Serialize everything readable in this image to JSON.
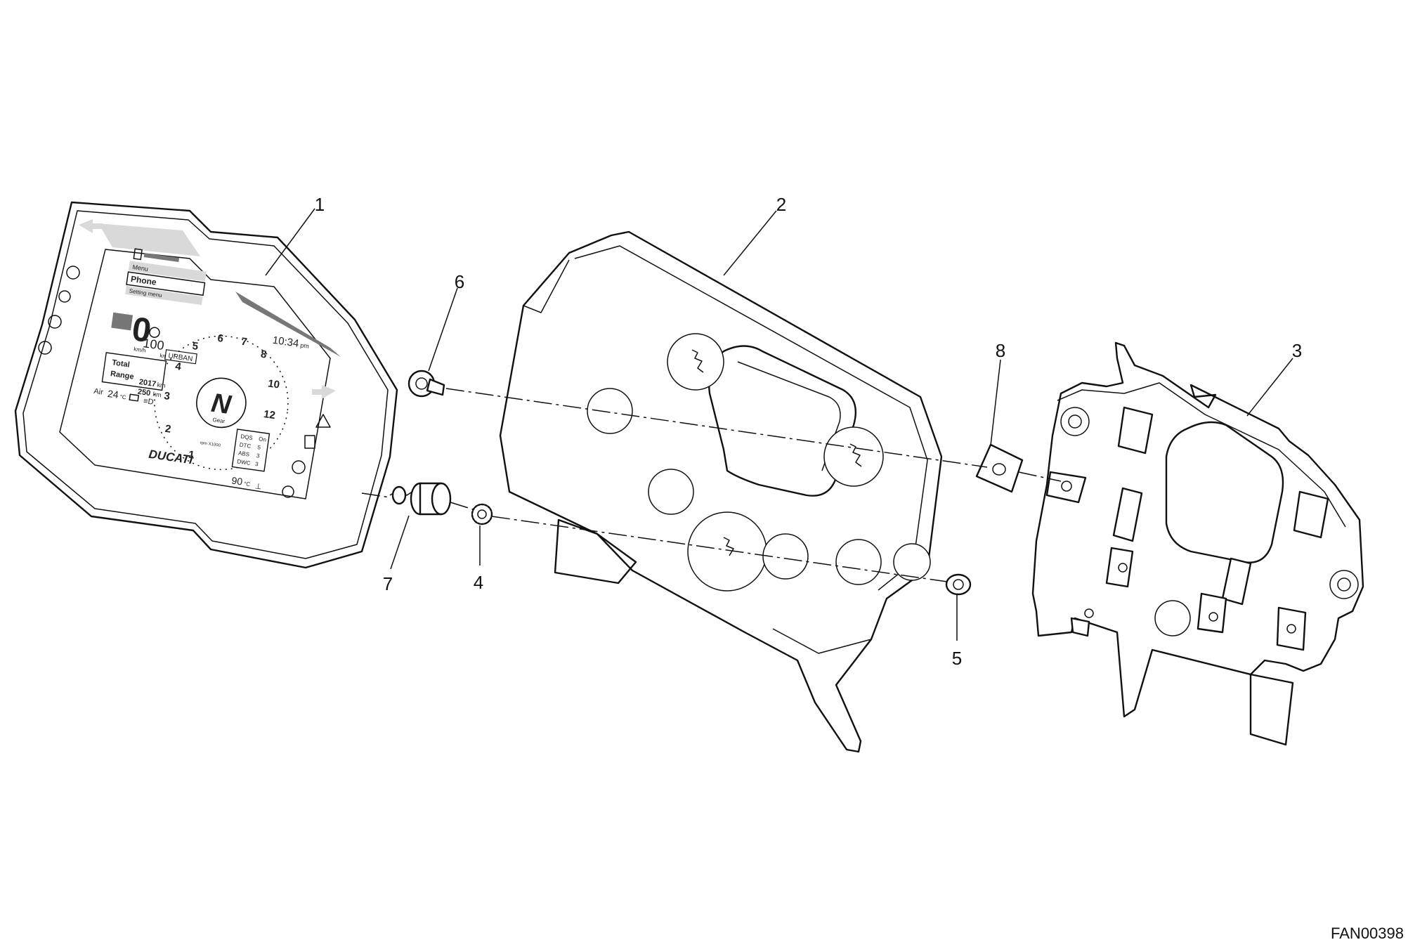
{
  "callouts": [
    "1",
    "2",
    "3",
    "4",
    "5",
    "6",
    "7",
    "8"
  ],
  "drawing_code": "FAN00398",
  "dashboard": {
    "menu_label": "Menu",
    "phone_label": "Phone",
    "setting_label": "Setting menu",
    "speed": "0",
    "speed_unit": "km/h",
    "speed_limit": "100",
    "riding_mode": "URBAN",
    "clock": "10:34",
    "clock_suffix": "pm",
    "gear": "N",
    "gear_label": "Gear",
    "total_label": "Total",
    "range_label": "Range",
    "total_value": "2017",
    "range_value": "250",
    "distance_unit": "km",
    "air_label": "Air",
    "air_temp": "24",
    "temp_unit": "°C",
    "coolant_temp": "90",
    "brand": "DUCATI",
    "rpm_label": "rpm X1000",
    "tach_numbers": [
      "1",
      "2",
      "3",
      "4",
      "5",
      "6",
      "7",
      "8",
      "10",
      "12"
    ],
    "aux_rows": [
      {
        "label": "DQS",
        "value": "On"
      },
      {
        "label": "DTC",
        "value": "5"
      },
      {
        "label": "ABS",
        "value": "3"
      },
      {
        "label": "DWC",
        "value": "3"
      }
    ]
  }
}
